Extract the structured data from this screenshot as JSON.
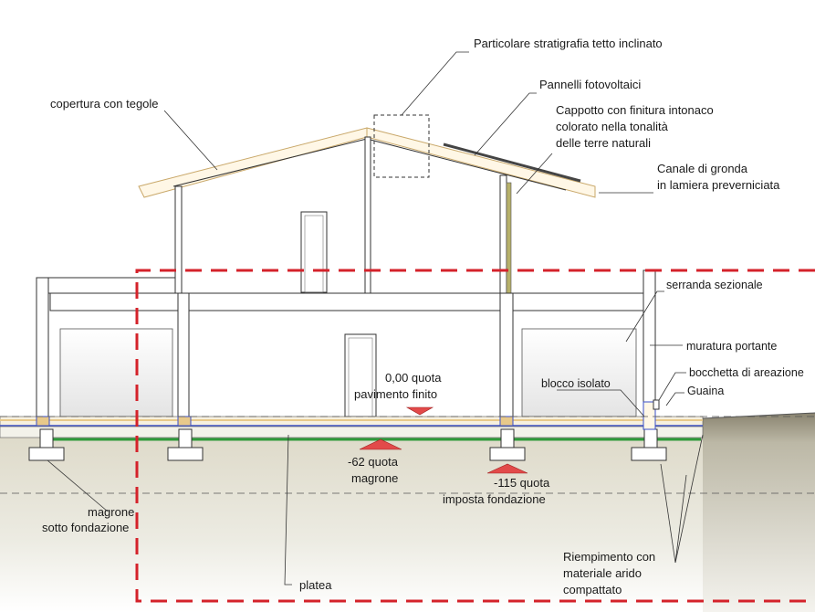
{
  "labels": {
    "stratigrafia": "Particolare stratigrafia tetto inclinato",
    "pannelli": "Pannelli fotovoltaici",
    "copertura": "copertura con tegole",
    "cappotto": [
      "Cappotto con finitura intonaco",
      "colorato nella tonalità",
      "delle terre naturali"
    ],
    "canale": [
      "Canale di gronda",
      "in lamiera preverniciata"
    ],
    "serranda": "serranda sezionale",
    "muratura": "muratura portante",
    "bocchetta": "bocchetta di areazione",
    "guaina": "Guaina",
    "blocco": "blocco isolato",
    "quota_zero": [
      "0,00 quota",
      "pavimento finito"
    ],
    "quota_62": [
      "-62 quota",
      "magrone"
    ],
    "quota_115": [
      "-115 quota",
      "imposta fondazione"
    ],
    "magrone_sotto": [
      "magrone",
      "sotto fondazione"
    ],
    "riempimento": [
      "Riempimento con",
      "materiale arido",
      "compattato"
    ],
    "platea": "platea"
  },
  "colors": {
    "section_dash": "#d4222a",
    "roof_tile": "#e8c98a",
    "elevation_marker": "#e24a4a",
    "foundation_green": "#2e9a3a",
    "membrane_blue": "#3a4fc8",
    "ground_fill": "#cfcbb8"
  }
}
